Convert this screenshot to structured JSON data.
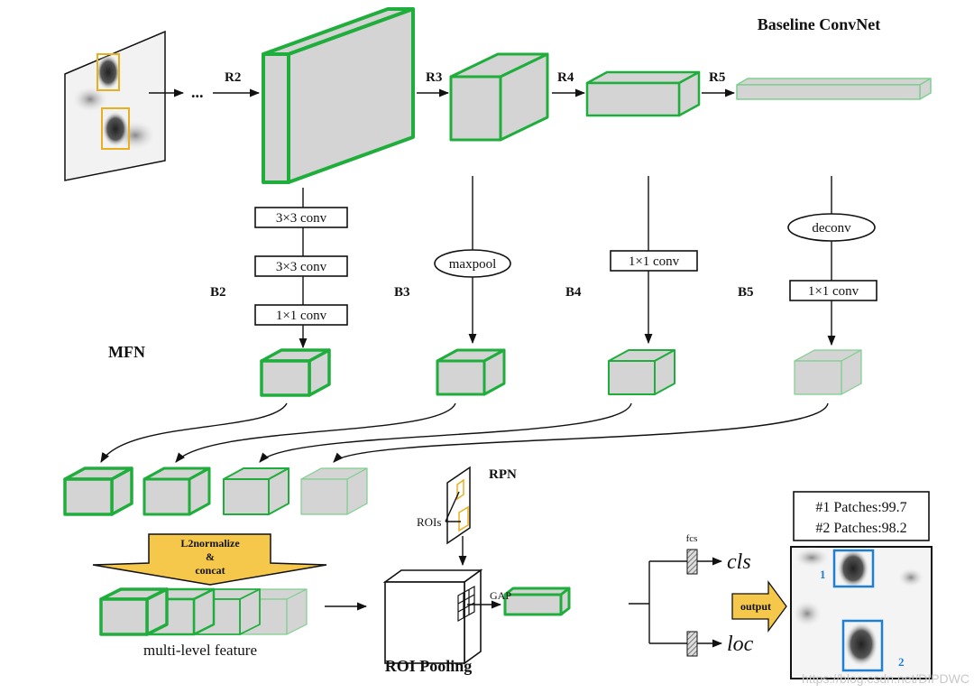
{
  "title": "Baseline ConvNet",
  "stages": [
    "R2",
    "R3",
    "R4",
    "R5"
  ],
  "ellipsis": "...",
  "branches": {
    "b2": {
      "label": "B2",
      "ops": [
        "3×3 conv",
        "3×3 conv",
        "1×1 conv"
      ]
    },
    "b3": {
      "label": "B3",
      "ops": [
        "maxpool"
      ]
    },
    "b4": {
      "label": "B4",
      "ops": [
        "1×1 conv"
      ]
    },
    "b5": {
      "label": "B5",
      "ops": [
        "deconv",
        "1×1 conv"
      ]
    }
  },
  "mfn_label": "MFN",
  "fusion": {
    "line1": "L2normalize",
    "line2": "&",
    "line3": "concat"
  },
  "multi_level_label": "multi-level feature",
  "rpn_label": "RPN",
  "rois_label": "ROIs",
  "roi_pooling_label": "ROI Pooling",
  "gap_label": "GAP",
  "fcs_label": "fcs",
  "cls_label": "cls",
  "loc_label": "loc",
  "output_label": "output",
  "results": {
    "line1": "#1 Patches:99.7",
    "line2": "#2 Patches:98.2",
    "box1": "1",
    "box2": "2"
  },
  "watermark": "https://blog.csdn.net/DIPDWC",
  "colors": {
    "green": "#1fae3c",
    "light_green": "#7fcf8f",
    "gray_fill": "#d4d4d4",
    "yellow": "#f5c84c",
    "orange_box": "#e8b020",
    "blue_box": "#1f7fd0"
  }
}
